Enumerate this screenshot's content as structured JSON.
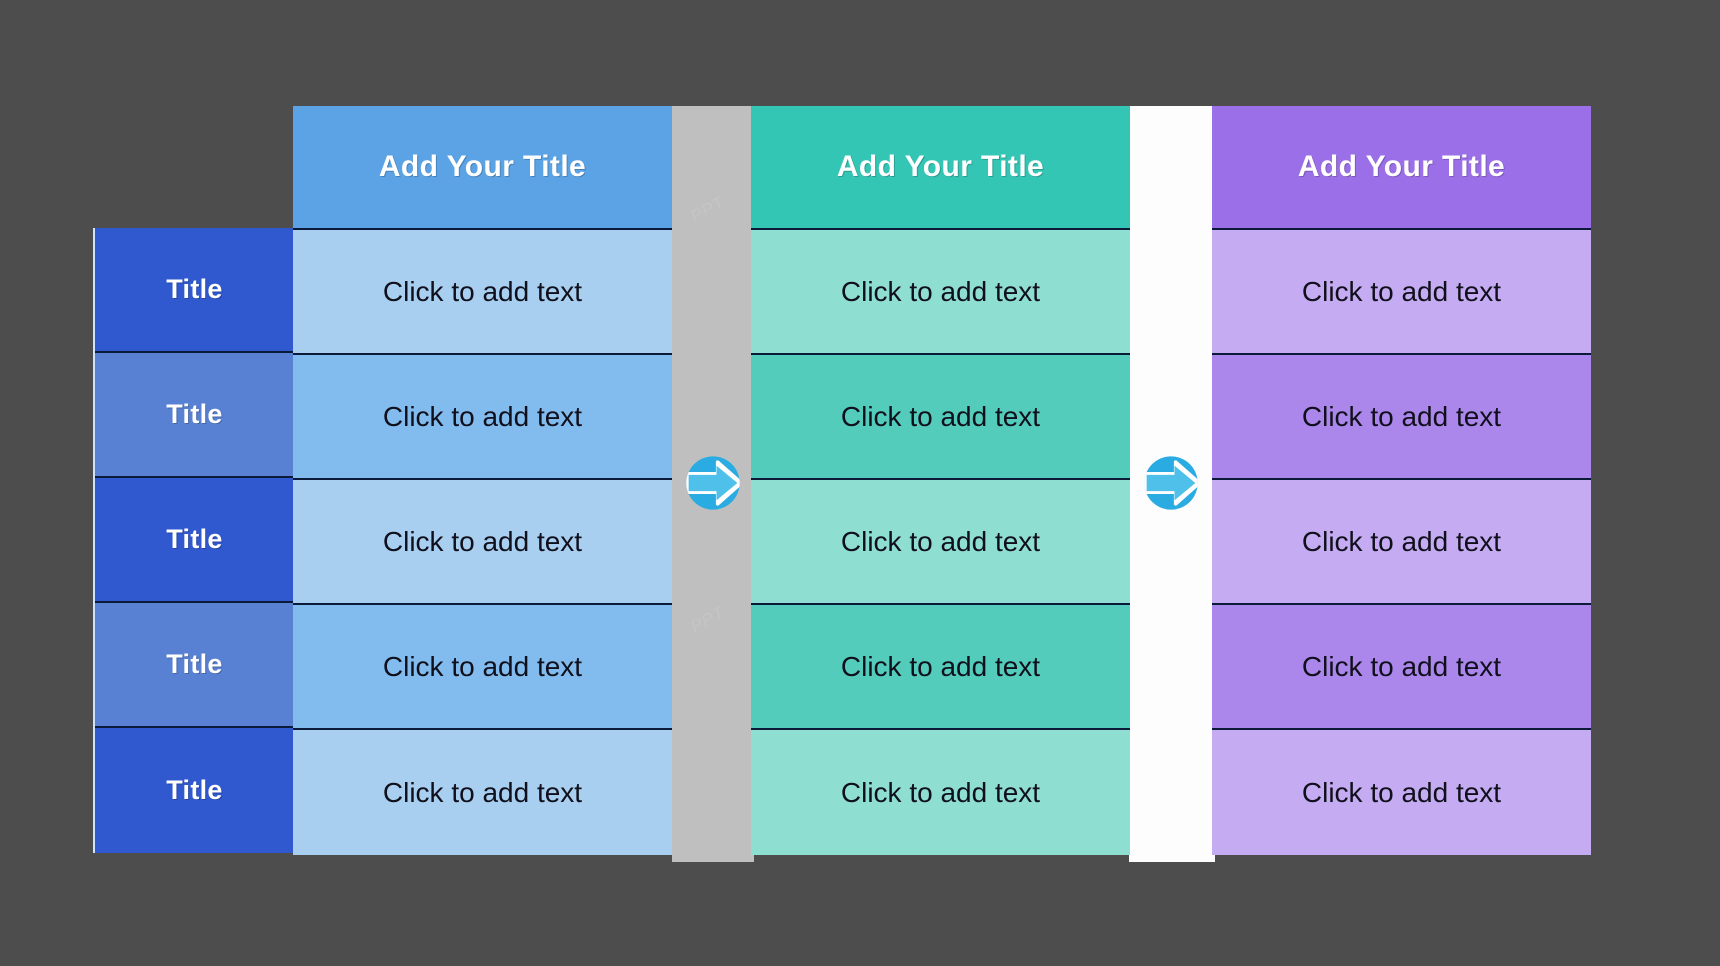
{
  "slide": {
    "background_color": "#4d4d4d",
    "separator_gray_color": "#bfbfbf",
    "separator_white_color": "#fdfdfd",
    "watermark_text": "PPT"
  },
  "title_column": {
    "label": "Title",
    "dark_color": "#3058cf",
    "light_color": "#5881d4",
    "cells": [
      {
        "label": "Title",
        "shade": "dark"
      },
      {
        "label": "Title",
        "shade": "light"
      },
      {
        "label": "Title",
        "shade": "dark"
      },
      {
        "label": "Title",
        "shade": "light"
      },
      {
        "label": "Title",
        "shade": "dark"
      }
    ]
  },
  "columns": [
    {
      "id": "blue",
      "header": "Add Your Title",
      "header_color": "#5ba3e5",
      "row_color_a": "#a8cff0",
      "row_color_b": "#82bbee",
      "rows": [
        "Click to add text",
        "Click to add text",
        "Click to add text",
        "Click to add text",
        "Click to add text"
      ]
    },
    {
      "id": "teal",
      "header": "Add Your Title",
      "header_color": "#34c6b5",
      "row_color_a": "#8fded2",
      "row_color_b": "#54ccbb",
      "rows": [
        "Click to add text",
        "Click to add text",
        "Click to add text",
        "Click to add text",
        "Click to add text"
      ]
    },
    {
      "id": "purple",
      "header": "Add Your Title",
      "header_color": "#9b6fe8",
      "row_color_a": "#c5abf2",
      "row_color_b": "#ab87ec",
      "rows": [
        "Click to add text",
        "Click to add text",
        "Click to add text",
        "Click to add text",
        "Click to add text"
      ]
    }
  ],
  "arrows": [
    {
      "name": "arrow-right-circle-icon",
      "color": "#2aace2"
    },
    {
      "name": "arrow-right-circle-icon",
      "color": "#2aace2"
    }
  ]
}
